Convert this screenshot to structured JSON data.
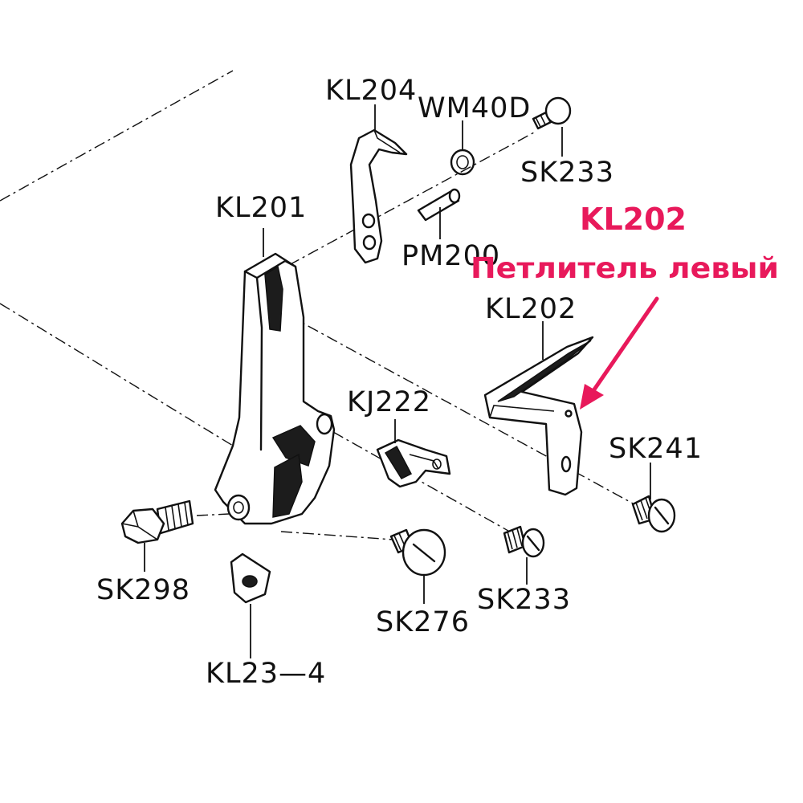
{
  "labels": {
    "kl204": "KL204",
    "wm40d": "WM40D",
    "sk233_top": "SK233",
    "kl201": "KL201",
    "pm200": "PM200",
    "kl202": "KL202",
    "kj222": "KJ222",
    "sk241": "SK241",
    "sk298": "SK298",
    "sk233_bottom": "SK233",
    "sk276": "SK276",
    "kl23_4": "KL23—4"
  },
  "callout": {
    "code": "KL202",
    "description": "Петлитель левый",
    "color": "#e8195b"
  }
}
